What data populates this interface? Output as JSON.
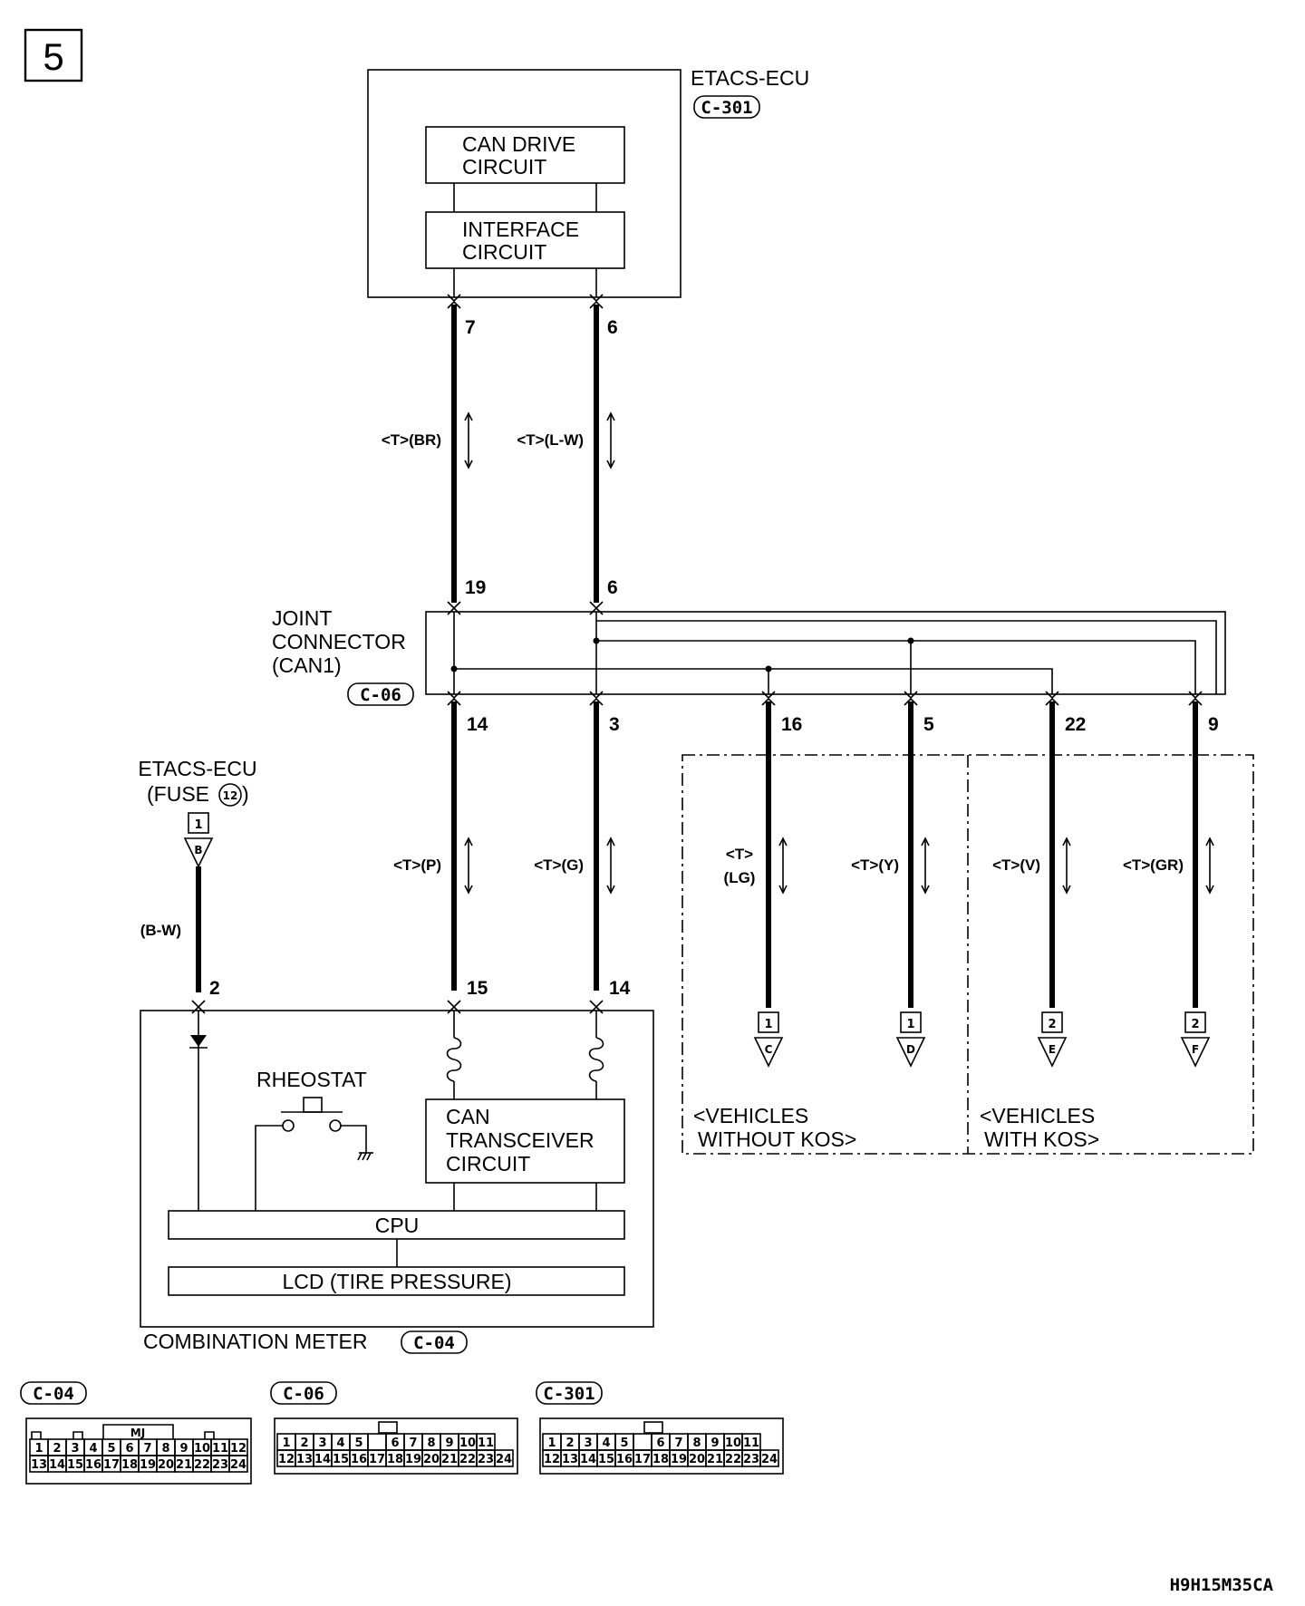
{
  "page_number": "5",
  "diagram_code": "H9H15M35CA",
  "etacs": {
    "title": "ETACS-ECU",
    "connector": "C-301",
    "can_drive": [
      "CAN DRIVE",
      "CIRCUIT"
    ],
    "interface": [
      "INTERFACE",
      "CIRCUIT"
    ]
  },
  "joint": {
    "title": [
      "JOINT",
      "CONNECTOR",
      "(CAN1)"
    ],
    "connector": "C-06"
  },
  "fuse": {
    "title": "ETACS-ECU",
    "fuse_label": "(FUSE",
    "fuse_num": "12",
    "fuse_close": ")",
    "box": "1",
    "pin_letter": "B",
    "wire": "(B-W)"
  },
  "wires_upper": [
    {
      "top_pin": "7",
      "bottom_pin": "19",
      "label": "<T>(BR)"
    },
    {
      "top_pin": "6",
      "bottom_pin": "6",
      "label": "<T>(L-W)"
    }
  ],
  "wires_lower": [
    {
      "top_pin": "14",
      "bottom_pin": "15",
      "label": "<T>(P)"
    },
    {
      "top_pin": "3",
      "bottom_pin": "14",
      "label": "<T>(G)"
    }
  ],
  "fuse_pin": "2",
  "branches": [
    {
      "pin": "16",
      "label_a": "<T>",
      "label_b": "(LG)",
      "box": "1",
      "letter": "C"
    },
    {
      "pin": "5",
      "label_a": "<T>(Y)",
      "label_b": "",
      "box": "1",
      "letter": "D"
    },
    {
      "pin": "22",
      "label_a": "<T>(V)",
      "label_b": "",
      "box": "2",
      "letter": "E"
    },
    {
      "pin": "9",
      "label_a": "<T>(GR)",
      "label_b": "",
      "box": "2",
      "letter": "F"
    }
  ],
  "groups": [
    {
      "line1": "<VEHICLES",
      "line2": "WITHOUT KOS>"
    },
    {
      "line1": "<VEHICLES",
      "line2": "WITH KOS>"
    }
  ],
  "meter": {
    "title": "COMBINATION METER",
    "connector": "C-04",
    "rheostat": "RHEOSTAT",
    "transceiver": [
      "CAN",
      "TRANSCEIVER",
      "CIRCUIT"
    ],
    "cpu": "CPU",
    "lcd": "LCD (TIRE PRESSURE)"
  },
  "connector_faces": [
    {
      "name": "C-04",
      "tag": "MJ",
      "row1": [
        "1",
        "2",
        "3",
        "4",
        "5",
        "6",
        "7",
        "8",
        "9",
        "10",
        "11",
        "12"
      ],
      "row2": [
        "13",
        "14",
        "15",
        "16",
        "17",
        "18",
        "19",
        "20",
        "21",
        "22",
        "23",
        "24"
      ]
    },
    {
      "name": "C-06",
      "row1": [
        "1",
        "2",
        "3",
        "4",
        "5",
        "",
        "6",
        "7",
        "8",
        "9",
        "10",
        "11"
      ],
      "row2": [
        "12",
        "13",
        "14",
        "15",
        "16",
        "17",
        "18",
        "19",
        "20",
        "21",
        "22",
        "23",
        "24"
      ]
    },
    {
      "name": "C-301",
      "row1": [
        "1",
        "2",
        "3",
        "4",
        "5",
        "",
        "6",
        "7",
        "8",
        "9",
        "10",
        "11"
      ],
      "row2": [
        "12",
        "13",
        "14",
        "15",
        "16",
        "17",
        "18",
        "19",
        "20",
        "21",
        "22",
        "23",
        "24"
      ]
    }
  ]
}
